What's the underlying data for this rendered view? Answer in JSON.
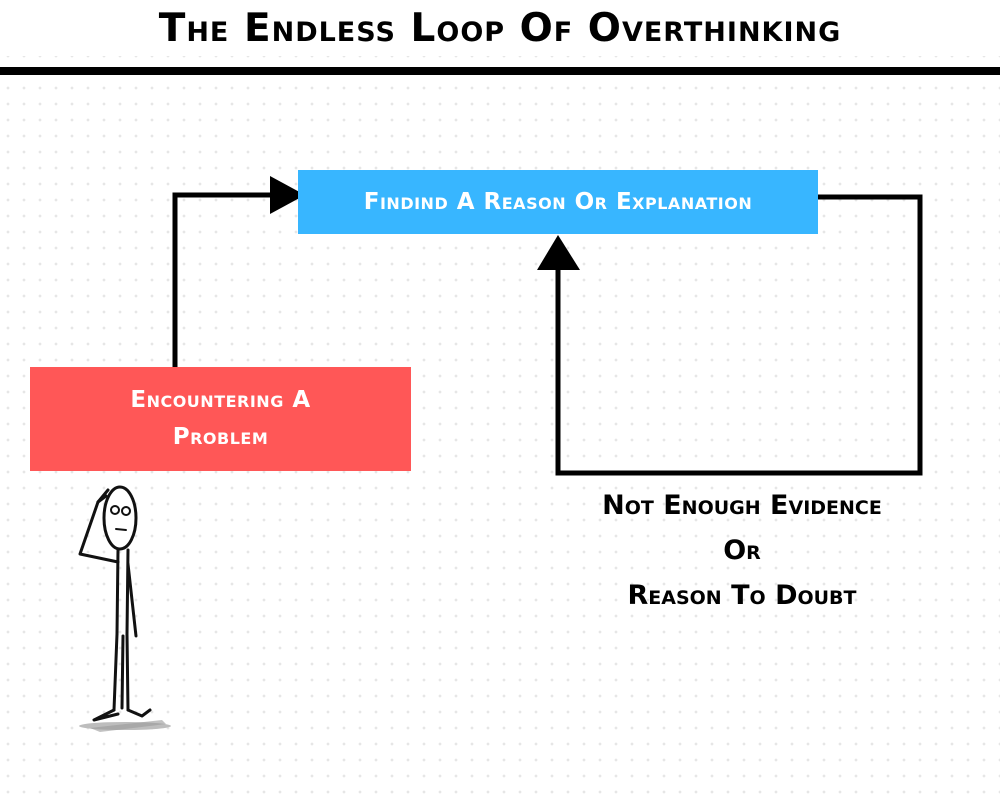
{
  "title": "The Endless Loop Of Overthinking",
  "nodes": {
    "reason": {
      "label": "Findind A Reason Or Explanation",
      "color": "#38b6ff"
    },
    "problem": {
      "lines": [
        "Encountering A",
        "Problem"
      ],
      "color": "#ff5757"
    }
  },
  "loop_caption": {
    "lines": [
      "Not Enough Evidence",
      "Or",
      "Reason To Doubt"
    ]
  },
  "edges": [
    {
      "from": "problem",
      "to": "reason"
    },
    {
      "from": "reason",
      "to": "reason",
      "label": "loop_caption"
    }
  ]
}
